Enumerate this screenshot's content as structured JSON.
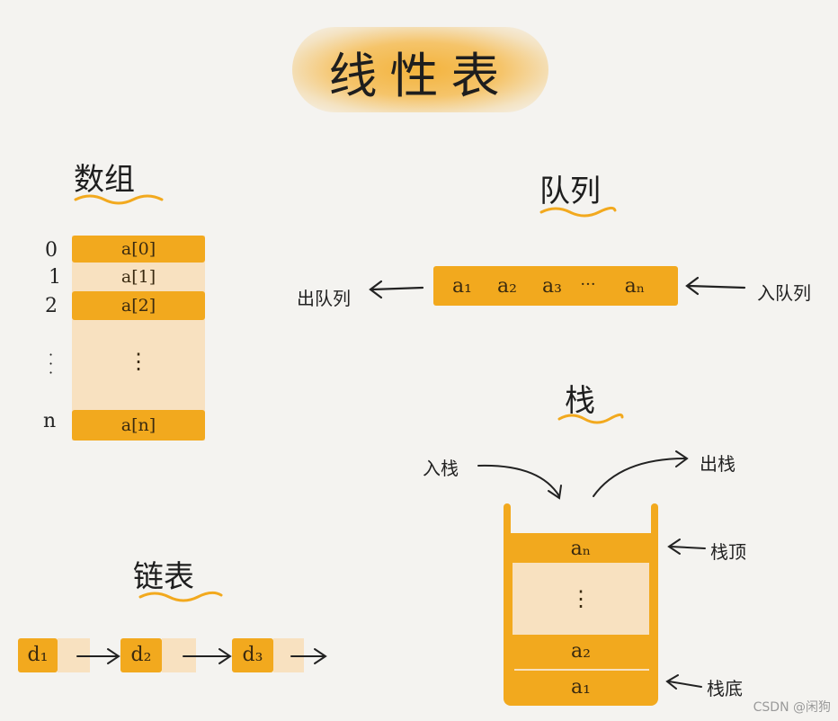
{
  "title": "线性表",
  "array": {
    "heading": "数组",
    "indices": [
      "0",
      "1",
      "2",
      "·",
      "n"
    ],
    "cells": [
      "a[0]",
      "a[1]",
      "a[2]",
      "⋮",
      "a[n]"
    ]
  },
  "queue": {
    "heading": "队列",
    "items": [
      "a₁",
      "a₂",
      "a₃",
      "···",
      "aₙ"
    ],
    "out_label": "出队列",
    "in_label": "入队列"
  },
  "stack": {
    "heading": "栈",
    "push_label": "入栈",
    "pop_label": "出栈",
    "top_item": "aₙ",
    "middle_item": "⋮",
    "second_item": "a₂",
    "bottom_item": "a₁",
    "top_label": "栈顶",
    "bottom_label": "栈底"
  },
  "linked_list": {
    "heading": "链表",
    "nodes": [
      "d₁",
      "d₂",
      "d₃"
    ]
  },
  "watermark": "CSDN @闲狗",
  "colors": {
    "accent": "#f2a91e",
    "light": "#f8e1c0",
    "background": "#f4f3f0"
  }
}
